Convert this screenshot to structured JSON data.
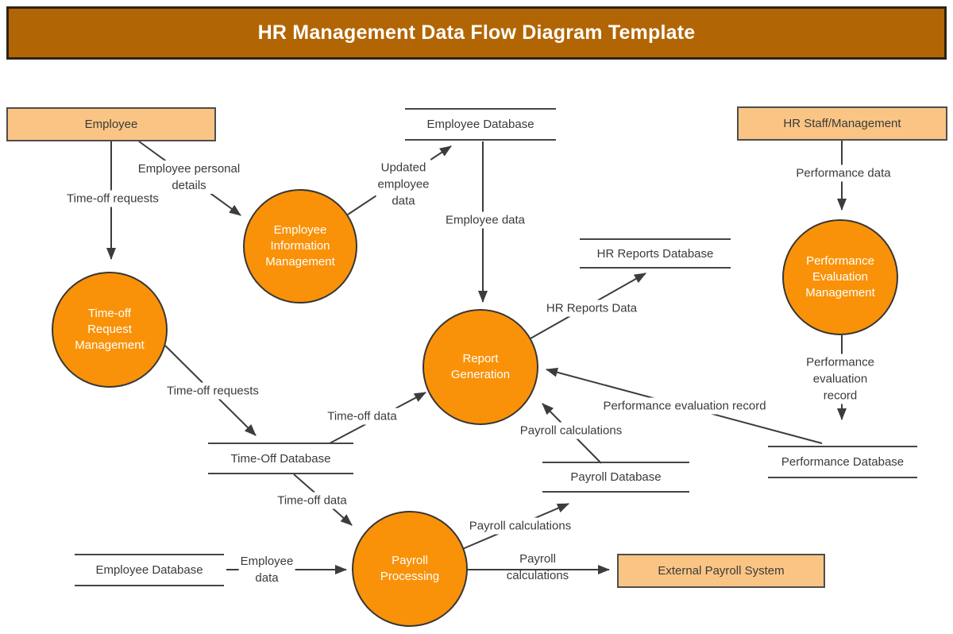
{
  "title": "HR Management Data Flow Diagram Template",
  "colors": {
    "title_bg": "#B26504",
    "title_border": "#2B2415",
    "title_text": "#FFFFFF",
    "entity_fill": "#FAC584",
    "entity_border": "#4D4D4D",
    "process_fill": "#F99208",
    "process_border": "#363636",
    "process_text": "#FFFFFF",
    "line_color": "#3C3C3C",
    "label_text": "#3A3A3A",
    "background": "#FFFFFF"
  },
  "entities": [
    {
      "label": "Employee"
    },
    {
      "label": "HR Staff/Management"
    },
    {
      "label": "External Payroll System"
    }
  ],
  "processes": [
    {
      "label": "Employee\nInformation\nManagement"
    },
    {
      "label": "Time-off\nRequest\nManagement"
    },
    {
      "label": "Report\nGeneration"
    },
    {
      "label": "Performance\nEvaluation\nManagement"
    },
    {
      "label": "Payroll\nProcessing"
    }
  ],
  "datastores": [
    {
      "label": "Employee Database"
    },
    {
      "label": "HR Reports Database"
    },
    {
      "label": "Time-Off Database"
    },
    {
      "label": "Payroll Database"
    },
    {
      "label": "Performance Database"
    },
    {
      "label": "Employee Database"
    }
  ],
  "flows": [
    {
      "label": "Time-off requests"
    },
    {
      "label": "Employee personal\ndetails"
    },
    {
      "label": "Updated\nemployee\ndata"
    },
    {
      "label": "Employee data"
    },
    {
      "label": "Performance data"
    },
    {
      "label": "HR Reports Data"
    },
    {
      "label": "Performance evaluation\nrecord"
    },
    {
      "label": "Performance evaluation record"
    },
    {
      "label": "Payroll calculations"
    },
    {
      "label": "Time-off requests"
    },
    {
      "label": "Time-off data"
    },
    {
      "label": "Time-off data"
    },
    {
      "label": "Payroll calculations"
    },
    {
      "label": "Employee\ndata"
    },
    {
      "label": "Payroll\ncalculations"
    }
  ]
}
